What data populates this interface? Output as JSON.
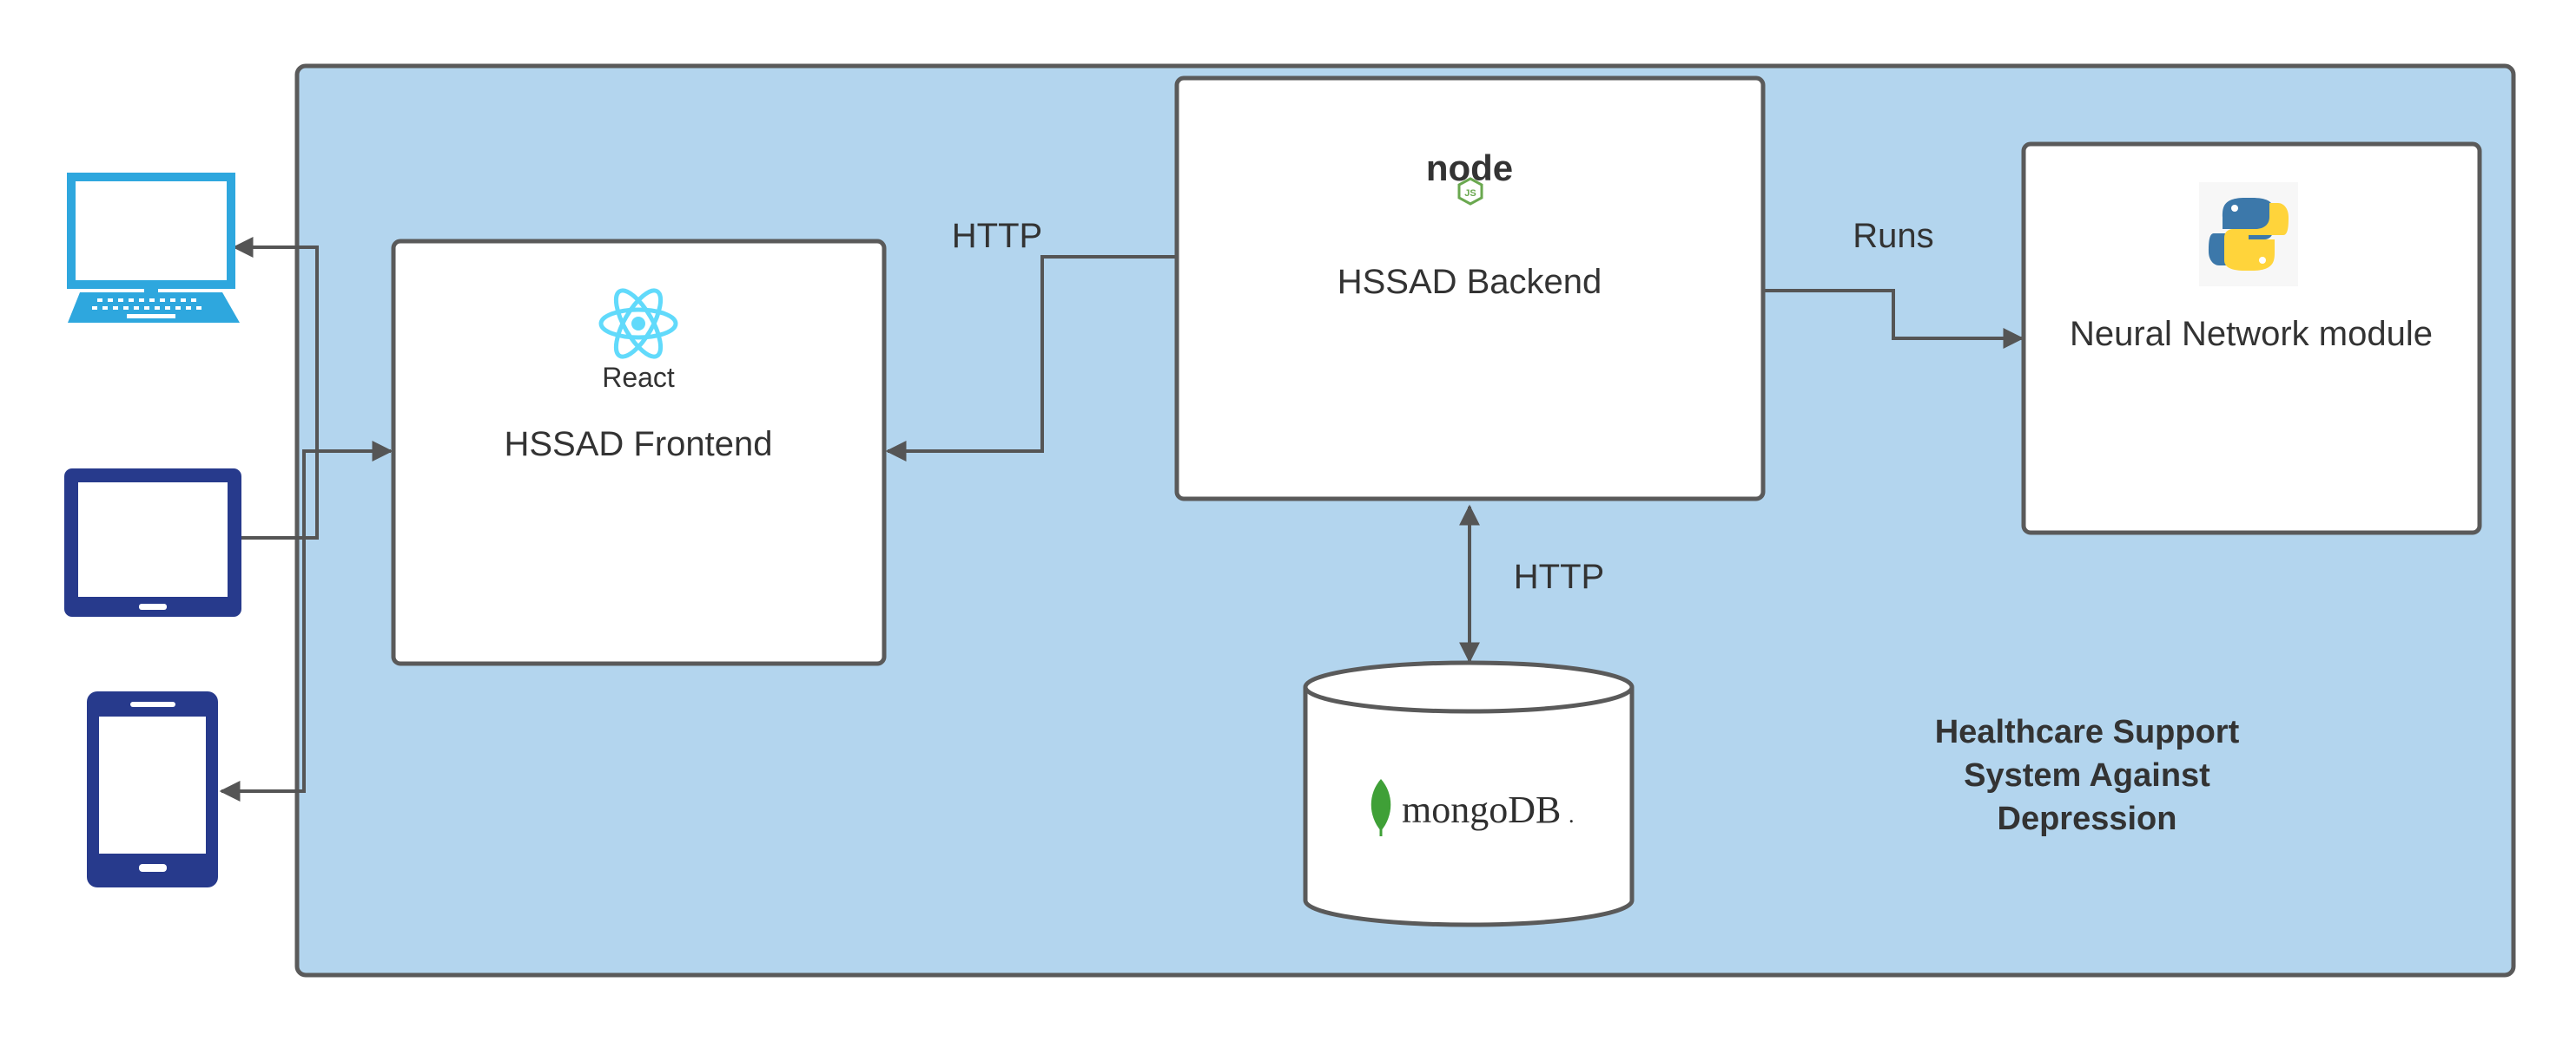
{
  "system": {
    "title_lines": [
      "Healthcare Support",
      "System Against",
      "Depression"
    ]
  },
  "nodes": {
    "frontend": {
      "label": "HSSAD Frontend",
      "logo_text": "React",
      "logo_icon": "react-logo-icon"
    },
    "backend": {
      "label": "HSSAD Backend",
      "logo_text": "node",
      "logo_badge": "JS",
      "logo_icon": "nodejs-logo-icon"
    },
    "neural": {
      "label": "Neural Network module",
      "logo_icon": "python-logo-icon"
    },
    "database": {
      "logo_text": "mongoDB",
      "logo_suffix": ".",
      "logo_icon": "mongodb-leaf-icon"
    }
  },
  "devices": [
    {
      "name": "laptop-icon"
    },
    {
      "name": "tablet-icon"
    },
    {
      "name": "phone-icon"
    }
  ],
  "edges": {
    "frontend_backend": "HTTP",
    "backend_neural": "Runs",
    "backend_database": "HTTP"
  },
  "colors": {
    "system_fill": "#b3d5ee",
    "box_stroke": "#5a5a5a",
    "device_dark": "#273a8c",
    "laptop_blue": "#2ea7de",
    "react_cyan": "#61dafb",
    "mongo_green": "#3fa037",
    "node_green": "#6aa84f",
    "python_blue": "#3c78aa",
    "python_yellow": "#ffd43b"
  }
}
